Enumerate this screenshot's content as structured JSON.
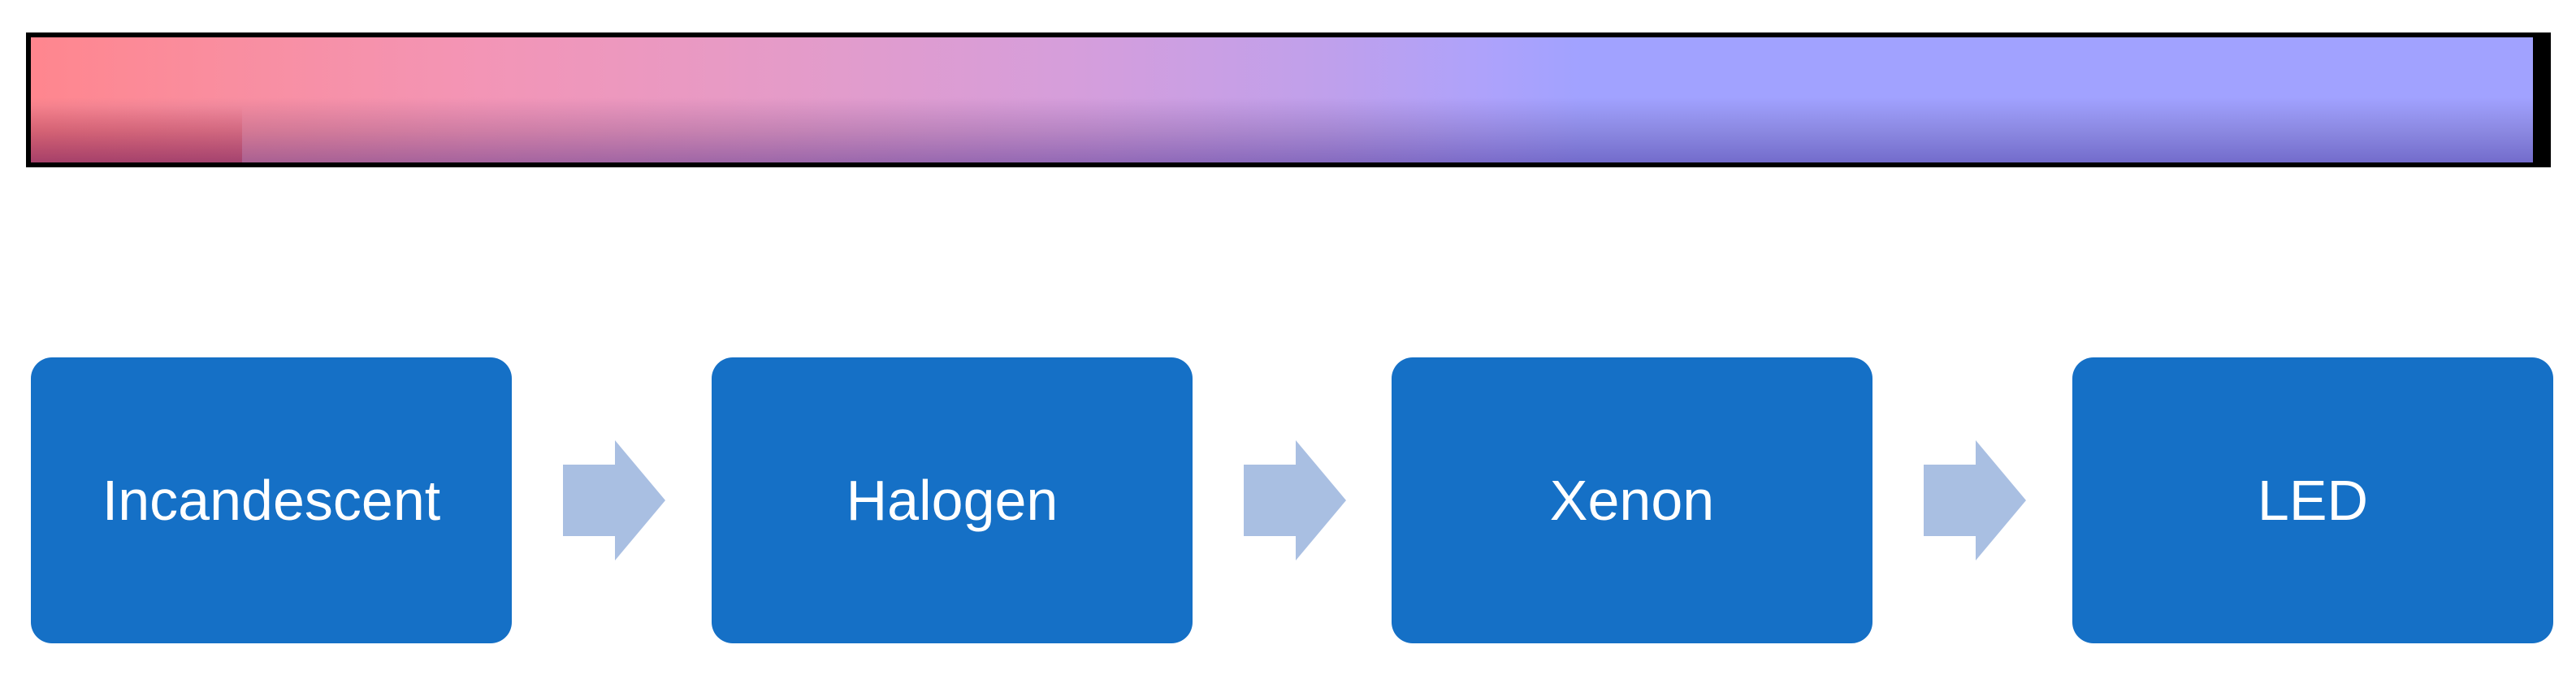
{
  "gradient_bar": {
    "colors": {
      "left": "#ff868e",
      "middle": "#d59edc",
      "right": "#a1a2ff",
      "border": "#000000"
    }
  },
  "steps": [
    {
      "label": "Incandescent"
    },
    {
      "label": "Halogen"
    },
    {
      "label": "Xenon"
    },
    {
      "label": "LED"
    }
  ],
  "colors": {
    "box_fill": "#1570c6",
    "box_text": "#ffffff",
    "arrow_fill": "#a9bfe2"
  },
  "arrows": [
    {
      "icon": "right-arrow-icon"
    },
    {
      "icon": "right-arrow-icon"
    },
    {
      "icon": "right-arrow-icon"
    }
  ]
}
